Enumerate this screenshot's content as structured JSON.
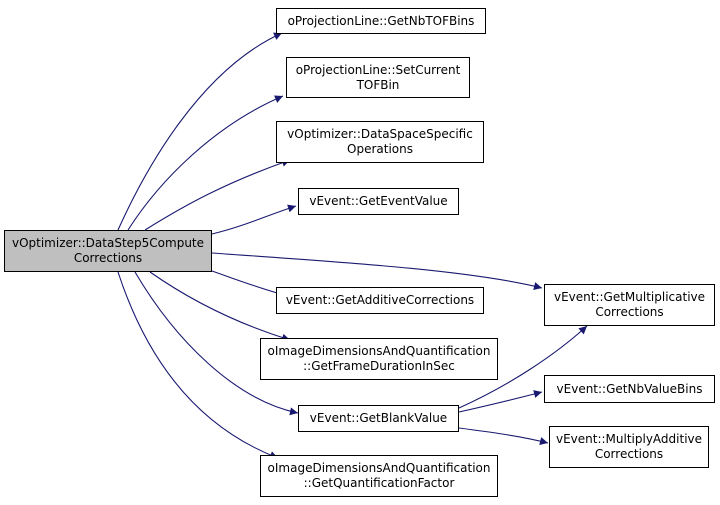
{
  "root": {
    "id": "root",
    "lines": [
      "vOptimizer::DataStep5Compute",
      "Corrections"
    ]
  },
  "nodes": [
    {
      "id": "getNbTOFBins",
      "lines": [
        "oProjectionLine::GetNbTOFBins"
      ]
    },
    {
      "id": "setCurrentTOFBin",
      "lines": [
        "oProjectionLine::SetCurrent",
        "TOFBin"
      ]
    },
    {
      "id": "dataSpaceSpecificOperations",
      "lines": [
        "vOptimizer::DataSpaceSpecific",
        "Operations"
      ]
    },
    {
      "id": "getEventValue",
      "lines": [
        "vEvent::GetEventValue"
      ]
    },
    {
      "id": "getAdditiveCorrections",
      "lines": [
        "vEvent::GetAdditiveCorrections"
      ]
    },
    {
      "id": "getFrameDurationInSec",
      "lines": [
        "oImageDimensionsAndQuantification",
        "::GetFrameDurationInSec"
      ]
    },
    {
      "id": "getBlankValue",
      "lines": [
        "vEvent::GetBlankValue"
      ]
    },
    {
      "id": "getQuantificationFactor",
      "lines": [
        "oImageDimensionsAndQuantification",
        "::GetQuantificationFactor"
      ]
    },
    {
      "id": "getMultiplicativeCorrections",
      "lines": [
        "vEvent::GetMultiplicative",
        "Corrections"
      ]
    },
    {
      "id": "getNbValueBins",
      "lines": [
        "vEvent::GetNbValueBins"
      ]
    },
    {
      "id": "multiplyAdditiveCorrections",
      "lines": [
        "vEvent::MultiplyAdditive",
        "Corrections"
      ]
    }
  ],
  "edges": [
    {
      "from": "root",
      "to": "getNbTOFBins"
    },
    {
      "from": "root",
      "to": "setCurrentTOFBin"
    },
    {
      "from": "root",
      "to": "dataSpaceSpecificOperations"
    },
    {
      "from": "root",
      "to": "getEventValue"
    },
    {
      "from": "root",
      "to": "getMultiplicativeCorrections"
    },
    {
      "from": "root",
      "to": "getAdditiveCorrections"
    },
    {
      "from": "root",
      "to": "getFrameDurationInSec"
    },
    {
      "from": "root",
      "to": "getBlankValue"
    },
    {
      "from": "root",
      "to": "getQuantificationFactor"
    },
    {
      "from": "getBlankValue",
      "to": "getMultiplicativeCorrections"
    },
    {
      "from": "getBlankValue",
      "to": "getNbValueBins"
    },
    {
      "from": "getBlankValue",
      "to": "multiplyAdditiveCorrections"
    }
  ],
  "colors": {
    "edge": "#191970",
    "root_fill": "#bfbfbf",
    "node_fill": "#ffffff",
    "border": "#000000"
  }
}
